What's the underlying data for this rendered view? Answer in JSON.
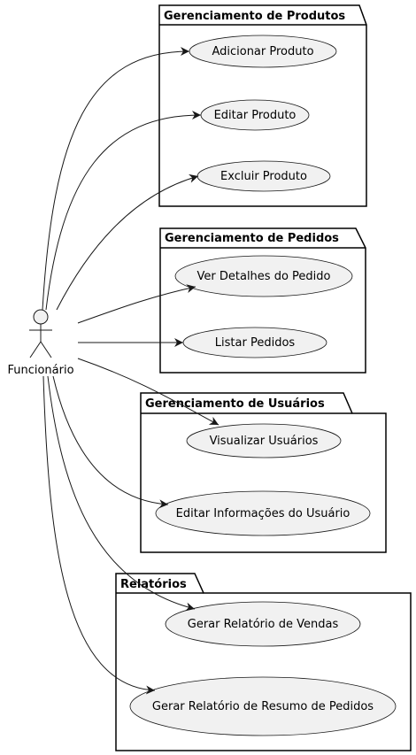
{
  "actor": {
    "name": "Funcionário"
  },
  "packages": [
    {
      "id": "produtos",
      "title": "Gerenciamento de Produtos",
      "use_cases": [
        "Adicionar Produto",
        "Editar Produto",
        "Excluir Produto"
      ]
    },
    {
      "id": "pedidos",
      "title": "Gerenciamento de Pedidos",
      "use_cases": [
        "Ver Detalhes do Pedido",
        "Listar Pedidos"
      ]
    },
    {
      "id": "usuarios",
      "title": "Gerenciamento de Usuários",
      "use_cases": [
        "Visualizar Usuários",
        "Editar Informações do Usuário"
      ]
    },
    {
      "id": "relatorios",
      "title": "Relatórios",
      "use_cases": [
        "Gerar Relatório de Vendas",
        "Gerar Relatório de Resumo de Pedidos"
      ]
    }
  ],
  "colors": {
    "use_case_fill": "#f1f1f1",
    "stroke": "#181818",
    "background": "#ffffff"
  }
}
